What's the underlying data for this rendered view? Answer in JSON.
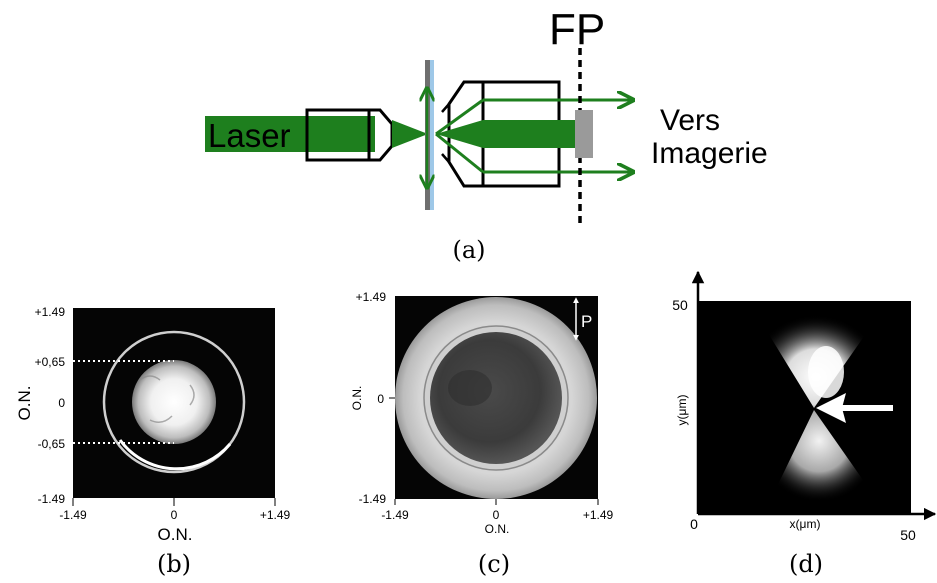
{
  "schematic": {
    "laser_label": "Laser",
    "fp_label": "FP",
    "output_label_line1": "Vers",
    "output_label_line2": "Imagerie",
    "caption": "(a)"
  },
  "panel_b": {
    "ylabel": "O.N.",
    "xlabel": "O.N.",
    "y_ticks": [
      "+1.49",
      "+0,65",
      "0",
      "-0,65",
      "-1.49"
    ],
    "x_ticks": [
      "-1.49",
      "0",
      "+1.49"
    ],
    "caption": "(b)"
  },
  "panel_c": {
    "ylabel": "O.N.",
    "xlabel": "O.N.",
    "y_ticks": [
      "+1.49",
      "0",
      "-1.49"
    ],
    "x_ticks": [
      "-1.49",
      "0",
      "+1.49"
    ],
    "polarization_label": "P",
    "caption": "(c)"
  },
  "panel_d": {
    "ylabel": "y(μm)",
    "xlabel": "x(μm)",
    "y_max_label": "50",
    "origin_label": "0",
    "x_max_label": "50",
    "caption": "(d)"
  },
  "colors": {
    "beam_green": "#1e7f1e",
    "slide_blue": "#9ec8e8",
    "filter_gray": "#9a9a9a"
  }
}
